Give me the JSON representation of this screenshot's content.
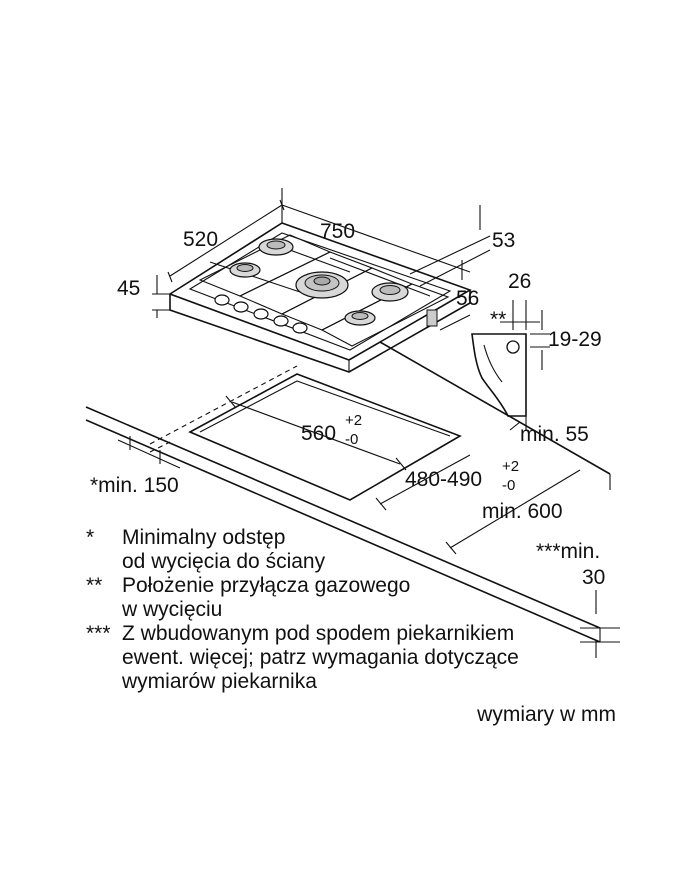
{
  "dimensions": {
    "width": "520",
    "depth": "750",
    "height": "45",
    "front_edge": "53",
    "side_edge": "56",
    "connector_offset": "26",
    "connector_marker": "**",
    "connector_height": "19-29",
    "min_thickness": "min. 55",
    "cutout_length": "560",
    "cutout_length_tol_plus": "+2",
    "cutout_length_tol_minus": "-0",
    "cutout_depth": "480-490",
    "cutout_depth_tol_plus": "+2",
    "cutout_depth_tol_minus": "-0",
    "min_depth": "min. 600",
    "min_wall": "*min. 150",
    "oven_gap_label": "***min.",
    "oven_gap_value": "30"
  },
  "notes": [
    {
      "marker": "*",
      "lines": [
        "Minimalny odstęp",
        "od wycięcia do ściany"
      ]
    },
    {
      "marker": "**",
      "lines": [
        "Położenie przyłącza gazowego",
        "w wycięciu"
      ]
    },
    {
      "marker": "***",
      "lines": [
        "Z wbudowanym pod spodem piekarnikiem",
        "ewent. więcej; patrz wymagania dotyczące",
        "wymiarów piekarnika"
      ]
    }
  ],
  "units_label": "wymiary w mm"
}
